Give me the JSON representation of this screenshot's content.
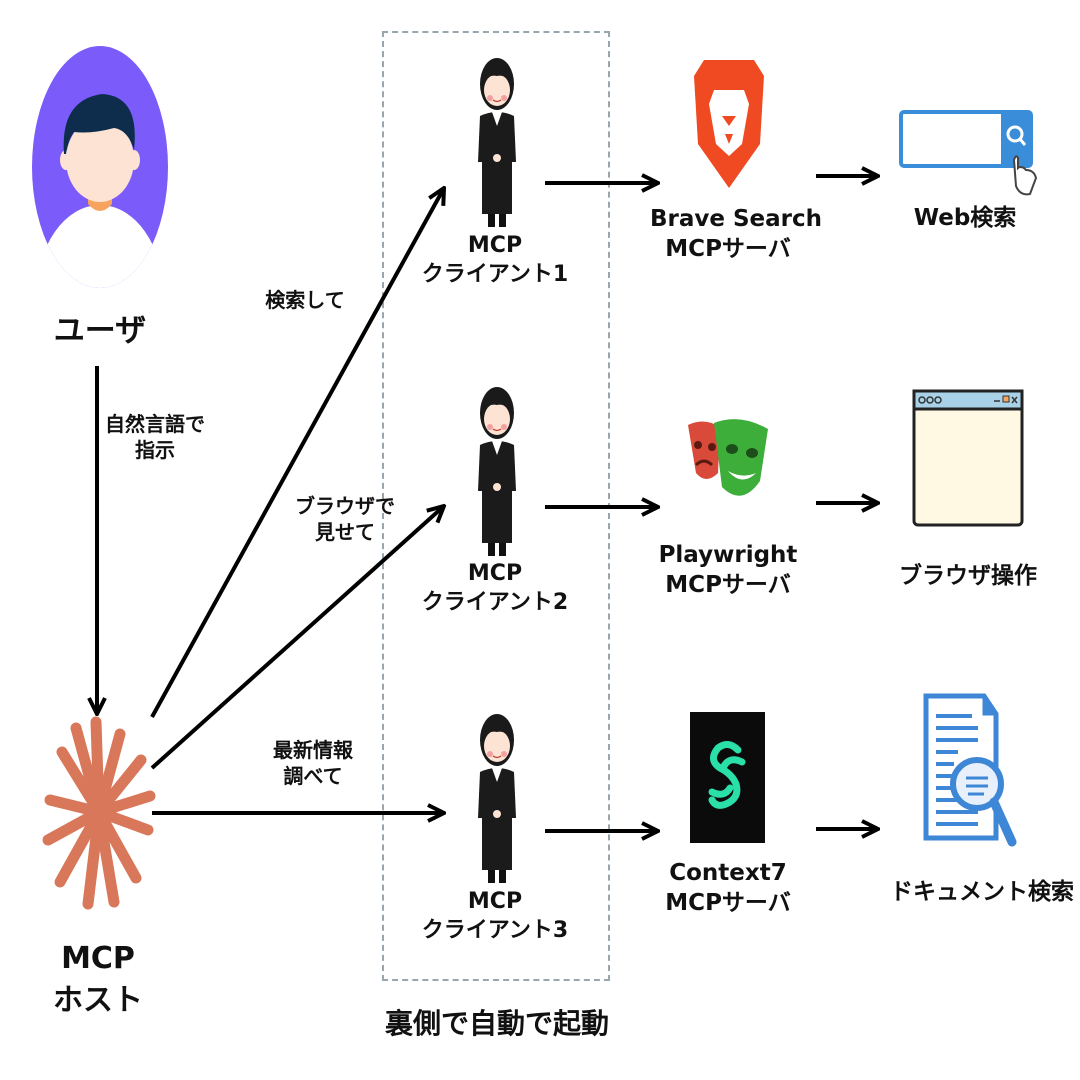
{
  "user": {
    "label": "ユーザ"
  },
  "host": {
    "line1": "MCP",
    "line2": "ホスト"
  },
  "user_to_host": {
    "line1": "自然言語で",
    "line2": "指示"
  },
  "edge_labels": {
    "search": "検索して",
    "browser_line1": "ブラウザで",
    "browser_line2": "見せて",
    "latest_line1": "最新情報",
    "latest_line2": "調べて"
  },
  "clients": [
    {
      "line1": "MCP",
      "line2": "クライアント1"
    },
    {
      "line1": "MCP",
      "line2": "クライアント2"
    },
    {
      "line1": "MCP",
      "line2": "クライアント3"
    }
  ],
  "background_caption": "裏側で自動で起動",
  "servers": [
    {
      "line1": "Brave Search",
      "line2": "MCPサーバ",
      "icon": "brave-lion-icon"
    },
    {
      "line1": "Playwright",
      "line2": "MCPサーバ",
      "icon": "theater-masks-icon"
    },
    {
      "line1": "Context7",
      "line2": "MCPサーバ",
      "icon": "context7-logo-icon"
    }
  ],
  "results": [
    {
      "label": "Web検索",
      "icon": "search-bar-icon"
    },
    {
      "label": "ブラウザ操作",
      "icon": "browser-window-icon"
    },
    {
      "label": "ドキュメント検索",
      "icon": "document-search-icon"
    }
  ],
  "colors": {
    "user_circle": "#7B5CFA",
    "hair": "#0E2D4D",
    "skin": "#FCE3D3",
    "host_burst": "#D9775A",
    "brave": "#F04A23",
    "mask_red": "#D94A3A",
    "mask_green": "#3DAE3A",
    "context7": "#2AE0A8",
    "search_blue": "#3A8DD8",
    "doc_blue": "#3E86D6",
    "window_bg": "#FFF8E2"
  }
}
